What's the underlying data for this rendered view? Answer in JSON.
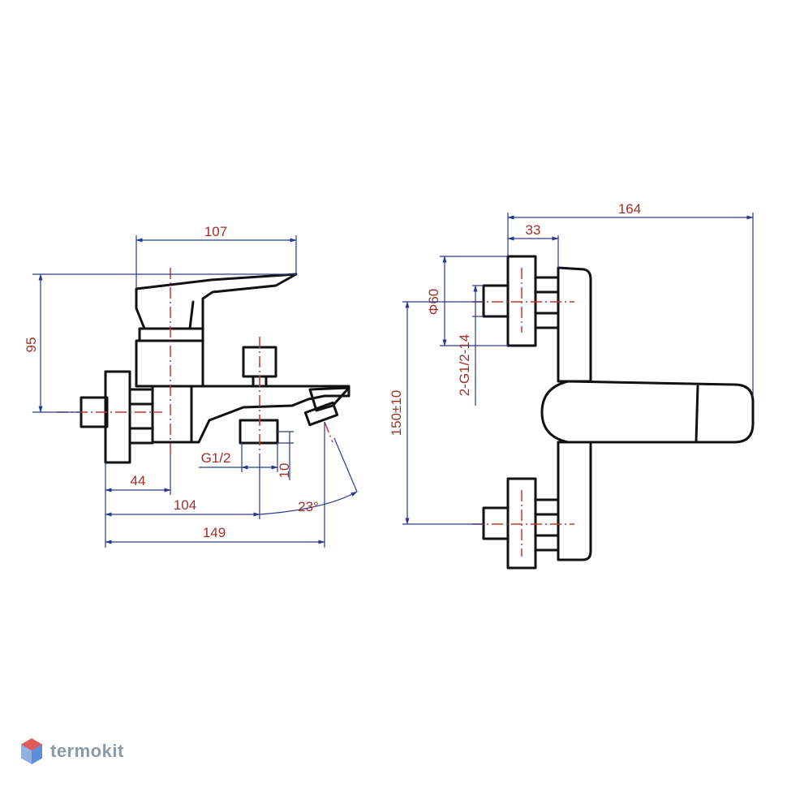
{
  "dimensions": {
    "side_width_top": "107",
    "side_height": "95",
    "wall_to_axis": "44",
    "wall_to_outlet": "104",
    "total_depth": "149",
    "outlet_thread": "G1/2",
    "outlet_offset": "10",
    "spout_angle": "23°",
    "front_width": "164",
    "flange_depth": "33",
    "flange_diameter": "Φ60",
    "inlet_threads": "2-G1/2-14",
    "inlet_spacing": "150±10"
  },
  "brand": {
    "name": "termokit",
    "logo_colors": [
      "#e05a5a",
      "#5a8fd8",
      "#8fb0e0"
    ]
  }
}
